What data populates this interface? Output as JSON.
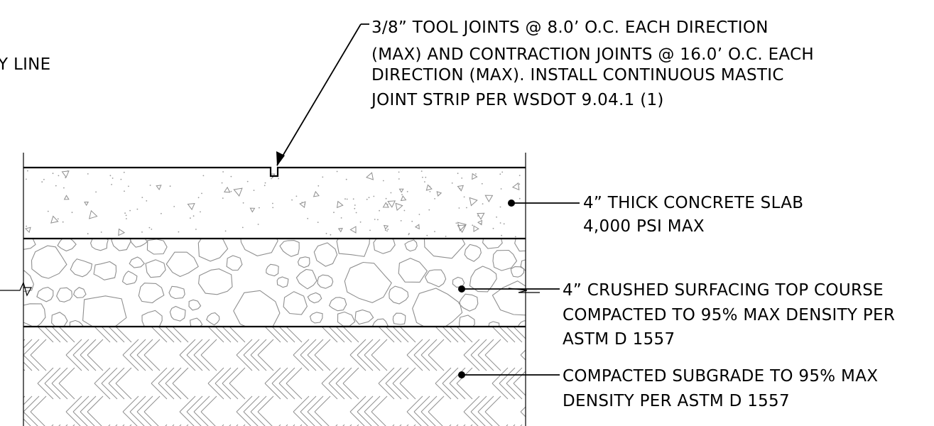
{
  "partial_label": "Y LINE",
  "notes": {
    "tool_joints": [
      "3/8” TOOL JOINTS @ 8.0’ O.C. EACH DIRECTION",
      "(MAX) AND CONTRACTION JOINTS @ 16.0’ O.C. EACH",
      "DIRECTION (MAX). INSTALL CONTINUOUS MASTIC",
      "JOINT STRIP PER WSDOT 9.04.1 (1)"
    ],
    "concrete_slab": [
      "4” THICK CONCRETE SLAB",
      "4,000 PSI MAX"
    ],
    "surfacing": [
      "4” CRUSHED SURFACING TOP COURSE",
      "COMPACTED TO 95% MAX DENSITY PER",
      "ASTM D 1557"
    ],
    "subgrade": [
      "COMPACTED SUBGRADE TO 95% MAX",
      "DENSITY PER ASTM D 1557"
    ]
  },
  "colors": {
    "linework": "#000000",
    "hatch": "#8f8f8f",
    "background": "#ffffff"
  }
}
